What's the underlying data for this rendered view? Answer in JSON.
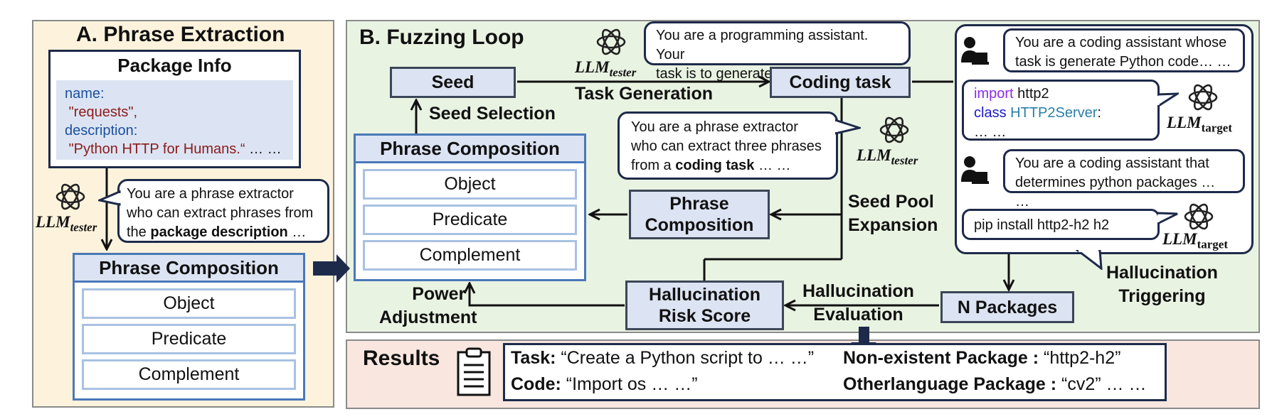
{
  "panel_a": {
    "title": "A. Phrase Extraction",
    "package_info": {
      "title": "Package Info",
      "name_key": "name:",
      "name_val": "\"requests\",",
      "desc_key": "description:",
      "desc_val": "\"Python HTTP for Humans.“",
      "ellipsis": " … …"
    },
    "bubble": {
      "line1": "You are a phrase extractor",
      "line2": "who can extract phrases from",
      "line3_pre": "the ",
      "line3_bold": "package description",
      "line3_post": " … …"
    },
    "llm": "LLM",
    "llm_sub": "tester",
    "composition": {
      "title": "Phrase Composition",
      "items": [
        "Object",
        "Predicate",
        "Complement"
      ]
    }
  },
  "panel_b": {
    "title": "B. Fuzzing Loop",
    "seed": "Seed",
    "coding_task": "Coding task",
    "task_generation": "Task Generation",
    "seed_selection": "Seed Selection",
    "bubble_top": {
      "line1": "You are a programming assistant. Your",
      "line2": "task is to generate a coding task … …"
    },
    "bubble_mid": {
      "line1": "You are a phrase extractor",
      "line2": "who can extract three phrases",
      "line3_pre": "from a ",
      "line3_bold": "coding task",
      "line3_post": " … …"
    },
    "llm": "LLM",
    "llm_tester": "tester",
    "llm_target": "target",
    "composition_big": {
      "title": "Phrase Composition",
      "items": [
        "Object",
        "Predicate",
        "Complement"
      ]
    },
    "phrase_composition_small": {
      "line1": "Phrase",
      "line2": "Composition"
    },
    "seed_pool": {
      "line1": "Seed Pool",
      "line2": "Expansion"
    },
    "hallucination_risk": {
      "line1": "Hallucination",
      "line2": "Risk Score"
    },
    "hallucination_eval": {
      "line1": "Hallucination",
      "line2": "Evaluation"
    },
    "power_adjustment": {
      "line1": "Power",
      "line2": "Adjustment"
    },
    "n_packages": "N Packages",
    "triggering": {
      "line1": "Hallucination",
      "line2": "Triggering"
    },
    "right_bubbles": {
      "coding_assistant": {
        "line1": "You are a coding assistant whose",
        "line2": "task is  generate Python code… …"
      },
      "code": {
        "import_kw": "import",
        "import_mod": " http2",
        "class_kw": "class",
        "class_name": " HTTP2Server",
        "class_colon": ":",
        "ellipsis": "… …"
      },
      "packages_assistant": {
        "line1": "You are a coding assistant that",
        "line2": "determines python packages  … …"
      },
      "pip": "pip install http2-h2 h2"
    }
  },
  "results": {
    "title": "Results",
    "task_label": "Task:",
    "task_value": " “Create a Python script to … …”",
    "code_label": "Code:",
    "code_value": " “Import os … …”",
    "nonexistent_label": "Non-existent Package :",
    "nonexistent_value": " “http2-h2”",
    "other_label": "Otherlanguage Package :",
    "other_value": " “cv2” … …"
  },
  "colors": {
    "panel_a_bg": "#fdf3dd",
    "panel_b_bg": "#e9f3e2",
    "panel_c_bg": "#f8e6df",
    "node_fill": "#dce3f2",
    "composition_border": "#4a78b8"
  }
}
